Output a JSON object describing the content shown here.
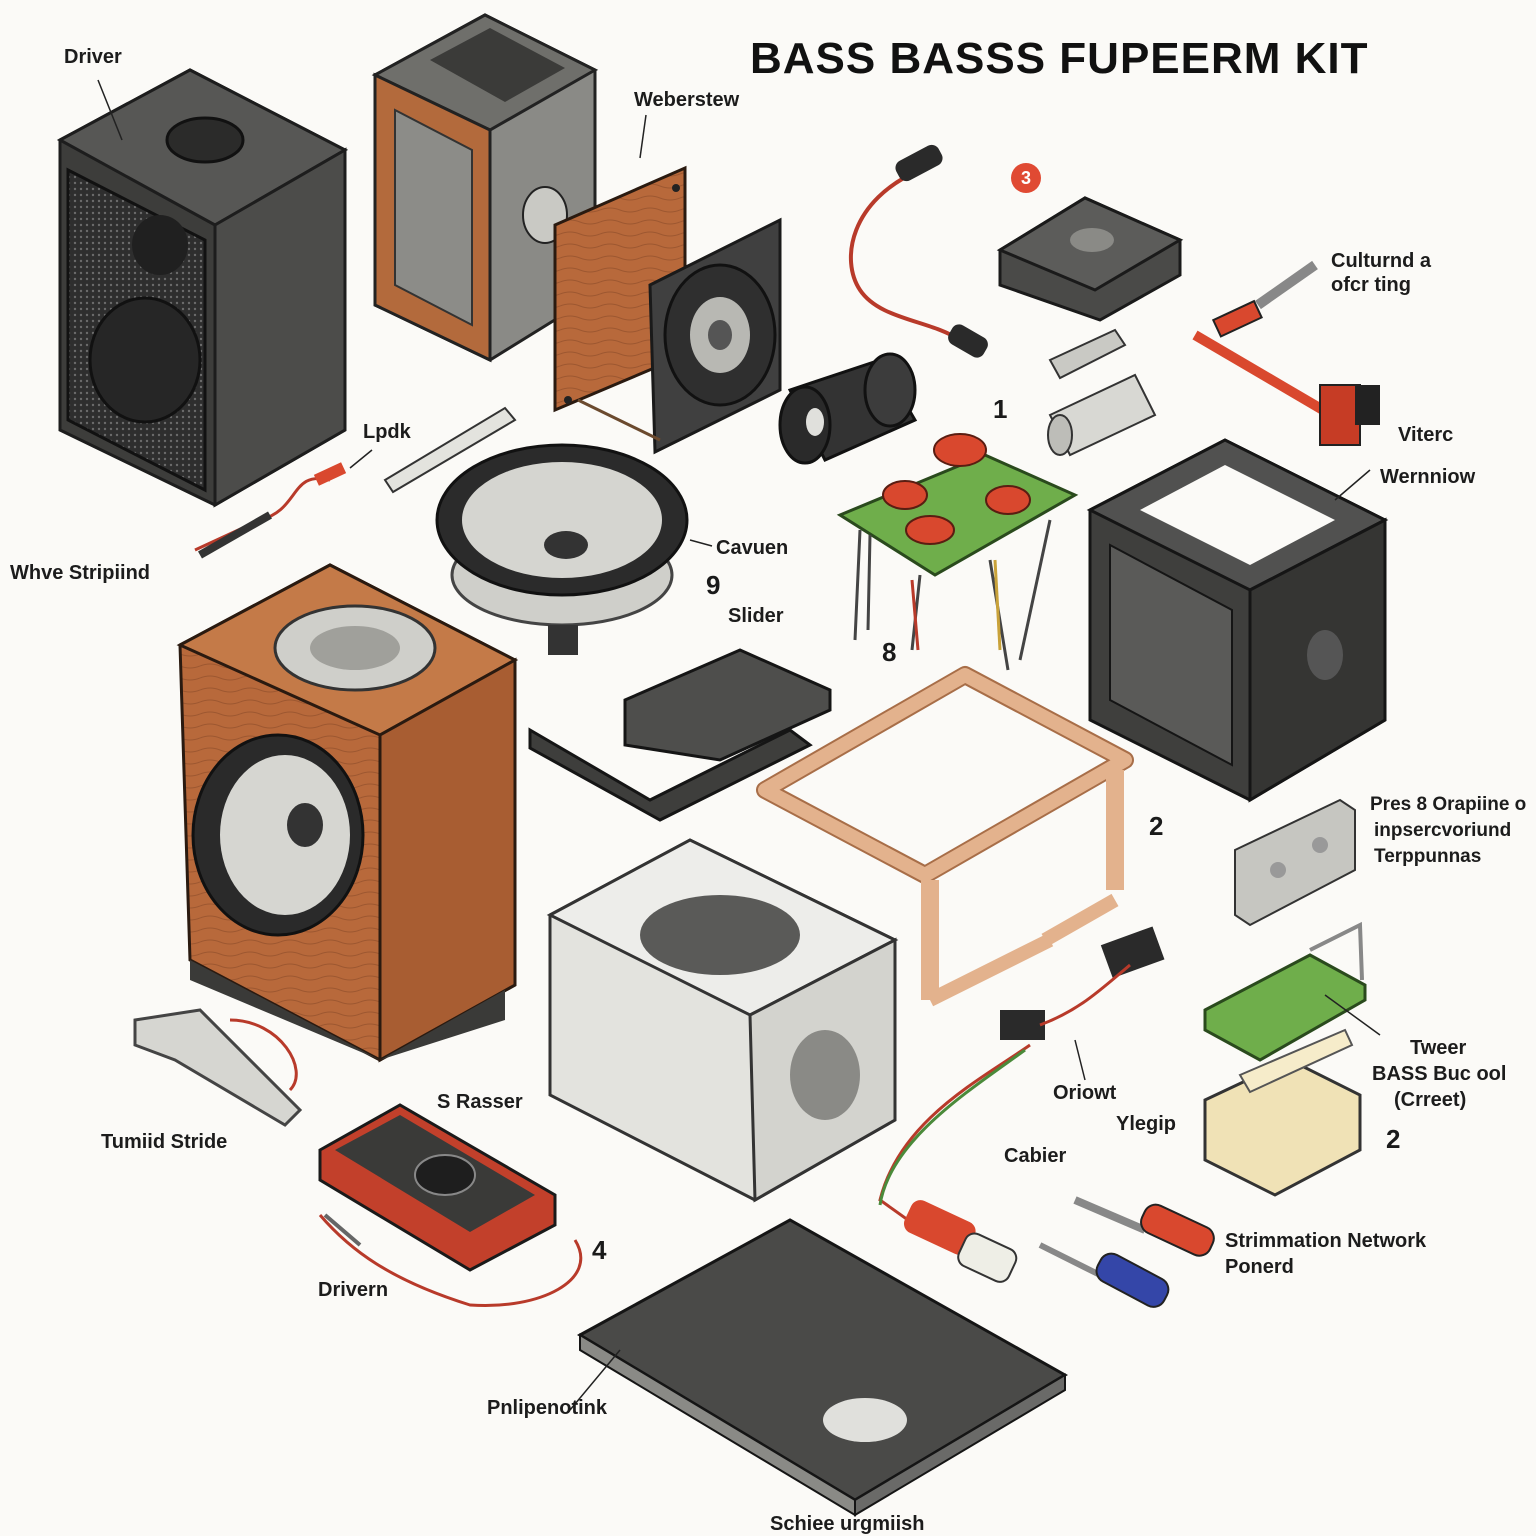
{
  "title": "BASS BASSS FUPEERM KIT",
  "badge": "3",
  "labels": {
    "driver": "Driver",
    "weberstew": "Weberstew",
    "culturnd_1": "Culturnd a",
    "culturnd_2": "ofcr ting",
    "lpdk": "Lpdk",
    "whve": "Whve Stripiind",
    "viterc": "Viterc",
    "wernniow": "Wernniow",
    "cavuen": "Cavuen",
    "slider": "Slider",
    "pres_1": "Pres 8 Orapiine o",
    "pres_2": "inpsercvoriund",
    "pres_3": "Terppunnas",
    "s_rasser": "S Rasser",
    "tumiid": "Tumiid Stride",
    "oriowt": "Oriowt",
    "ylegip": "Ylegip",
    "cabier": "Cabier",
    "tweer_1": "Tweer",
    "tweer_2": "BASS Buc ool",
    "tweer_3": "(Crreet)",
    "drivern": "Drivern",
    "strimmation_1": "Strimmation Network",
    "strimmation_2": "Ponerd",
    "pnlip": "Pnlipenotink",
    "schiee": "Schiee urgmiish"
  },
  "numbers": {
    "n1": "1",
    "n9": "9",
    "n8": "8",
    "n2a": "2",
    "n2b": "2",
    "n4": "4"
  },
  "colors": {
    "dark_panel": "#4a4a48",
    "wood": "#b66a3e",
    "light_wood": "#e3b28d",
    "grey_cube": "#e3e3de",
    "pcb_green": "#6fae4b",
    "coil_red": "#d9482e",
    "accent_red": "#e04a33"
  }
}
